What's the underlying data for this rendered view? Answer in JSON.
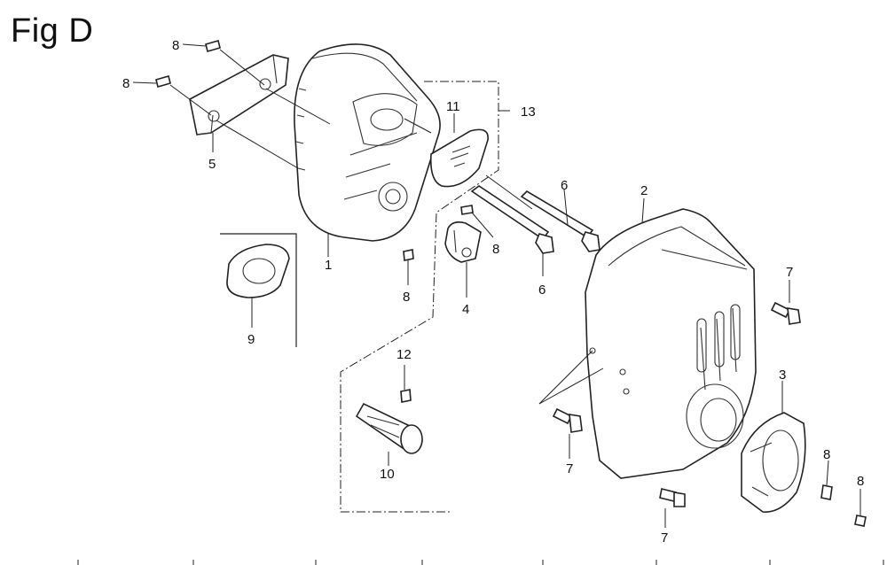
{
  "figure": {
    "title": "Fig D"
  },
  "callouts": [
    {
      "id": "c8a",
      "text": "8"
    },
    {
      "id": "c8b",
      "text": "8"
    },
    {
      "id": "c5",
      "text": "5"
    },
    {
      "id": "c11",
      "text": "11"
    },
    {
      "id": "c13",
      "text": "13"
    },
    {
      "id": "c1",
      "text": "1"
    },
    {
      "id": "c9",
      "text": "9"
    },
    {
      "id": "c8c",
      "text": "8"
    },
    {
      "id": "c4",
      "text": "4"
    },
    {
      "id": "c8d",
      "text": "8"
    },
    {
      "id": "c6a",
      "text": "6"
    },
    {
      "id": "c6b",
      "text": "6"
    },
    {
      "id": "c2",
      "text": "2"
    },
    {
      "id": "c7a",
      "text": "7"
    },
    {
      "id": "c12",
      "text": "12"
    },
    {
      "id": "c10",
      "text": "10"
    },
    {
      "id": "c3",
      "text": "3"
    },
    {
      "id": "c7b",
      "text": "7"
    },
    {
      "id": "c8e",
      "text": "8"
    },
    {
      "id": "c8f",
      "text": "8"
    },
    {
      "id": "c7c",
      "text": "7"
    }
  ]
}
